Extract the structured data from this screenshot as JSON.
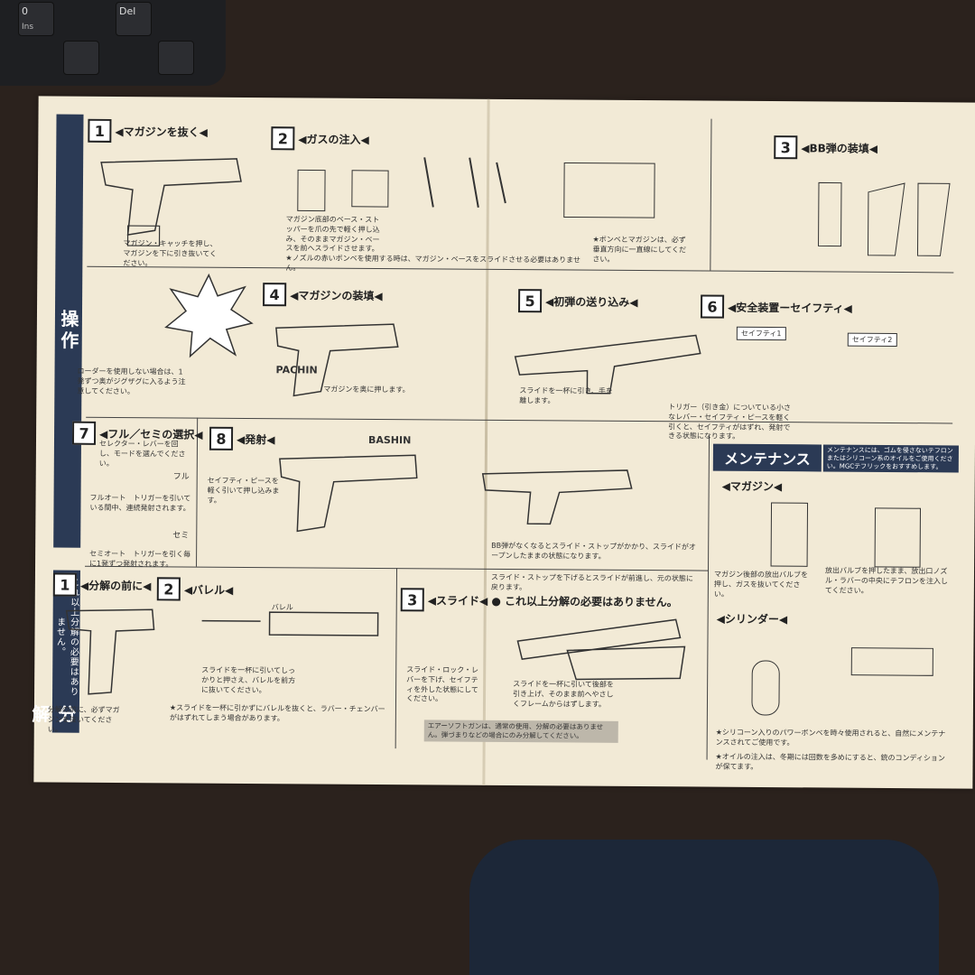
{
  "keyboard": {
    "keys": [
      {
        "main": "0",
        "sub": "Ins"
      },
      {
        "main": "Del",
        "sub": ""
      }
    ]
  },
  "sidebar": {
    "operation": "操作",
    "disassembly": "分解",
    "disassembly_note": "これ以上分解の必要はありません。"
  },
  "sections": {
    "s1": {
      "num": "1",
      "title": "◀マガジンを抜く◀"
    },
    "s2": {
      "num": "2",
      "title": "◀ガスの注入◀"
    },
    "s3": {
      "num": "3",
      "title": "◀BB弾の装填◀"
    },
    "s4": {
      "num": "4",
      "title": "◀マガジンの装填◀"
    },
    "s5": {
      "num": "5",
      "title": "◀初弾の送り込み◀"
    },
    "s6": {
      "num": "6",
      "title": "◀安全装置ーセイフティ◀"
    },
    "s7": {
      "num": "7",
      "title": "◀フル／セミの選択◀"
    },
    "s8": {
      "num": "8",
      "title": "◀発射◀"
    },
    "d1": {
      "num": "1",
      "title": "◀分解の前に◀"
    },
    "d2": {
      "num": "2",
      "title": "◀バレル◀"
    },
    "d3": {
      "num": "3",
      "title": "◀スライド◀ ● これ以上分解の必要はありません。"
    }
  },
  "tags": {
    "safety1": "セイフティ1",
    "safety2": "セイフティ2"
  },
  "labels": {
    "full": "フル",
    "semi": "セミ",
    "full_auto": "フルオート",
    "semi_auto": "セミオート",
    "bashin": "BASHIN",
    "pachin": "PACHIN",
    "barrel": "バレル"
  },
  "maintenance": {
    "title": "メンテナンス",
    "note": "メンテナンスには、ゴムを侵さないテフロンまたはシリコーン系のオイルをご使用ください。MGCテフリックをおすすめします。",
    "magazine": "◀マガジン◀",
    "cylinder": "◀シリンダー◀"
  },
  "captions": {
    "c1": "マガジン・キャッチを押し、マガジンを下に引き抜いてください。",
    "c2": "マガジン底部のベース・ストッパーを爪の先で軽く押し込み、そのままマガジン・ベースを前へスライドさせます。",
    "c3": "★ノズルの赤いボンベを使用する時は、マガジン・ベースをスライドさせる必要はありません。",
    "c4": "★ボンベとマガジンは、必ず垂直方向に一直線にしてください。",
    "c5": "ローダーを使用しない場合は、1発ずつ奥がジグザグに入るよう注意してください。",
    "c6": "マガジンを奥に押します。",
    "c7": "スライドを一杯に引き、手を離します。",
    "c8": "トリガー（引き金）についている小さなレバー・セイフティ・ピースを軽く引くと、セイフティがはずれ、発射できる状態になります。",
    "c9": "セレクター・レバーを回し、モードを選んでください。",
    "c10": "フルオート　トリガーを引いている間中、連続発射されます。",
    "c11": "セミオート　トリガーを引く毎に1発ずつ発射されます。",
    "c12": "セイフティ・ピースを軽く引いて押し込みます。",
    "c13": "BB弾がなくなるとスライド・ストップがかかり、スライドがオープンしたままの状態になります。",
    "c14": "スライド・ストップを下げるとスライドが前進し、元の状態に戻ります。",
    "c15": "分解の前に、必ずマガジンを抜いてください。",
    "c16": "スライドを一杯に引いてしっかりと押さえ、バレルを前方に抜いてください。",
    "c17": "★スライドを一杯に引かずにバレルを抜くと、ラバー・チェンバーがはずれてしまう場合があります。",
    "c18": "スライド・ロック・レバーを下げ、セイフティを外した状態にしてください。",
    "c19": "スライドを一杯に引いて後部を引き上げ、そのまま前へやさしくフレームからはずします。",
    "c20": "マガジン後部の放出バルブを押し、ガスを抜いてください。",
    "c21": "放出バルブを押したまま、放出口ノズル・ラバーの中央にテフロンを注入してください。",
    "c22": "★シリコーン入りのパワーボンベを時々使用されると、自然にメンテナンスされてご使用です。",
    "c23": "★オイルの注入は、冬期には回数を多めにすると、銃のコンディションが保てます。"
  },
  "note_bar": "エアーソフトガンは、通常の使用、分解の必要はありません。弾づまりなどの場合にのみ分解してください。"
}
